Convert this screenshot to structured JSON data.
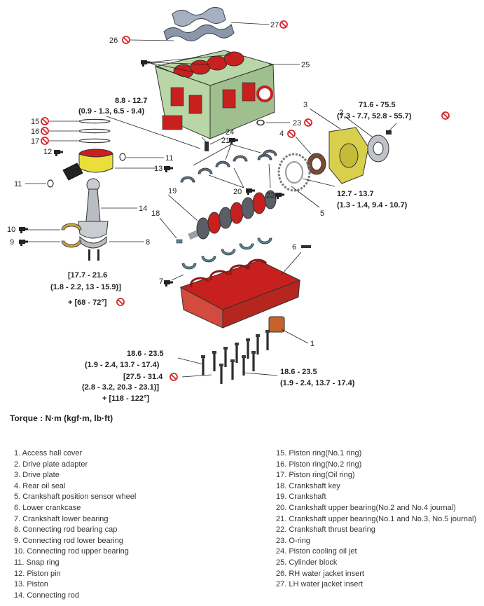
{
  "torque_heading": "Torque : N·m (kgf·m, lb·ft)",
  "callouts": {
    "n1": "1",
    "n2": "2",
    "n3": "3",
    "n4": "4",
    "n5": "5",
    "n6": "6",
    "n7": "7",
    "n8": "8",
    "n9": "9",
    "n10": "10",
    "n11a": "11",
    "n11b": "11",
    "n12": "12",
    "n13": "13",
    "n14": "14",
    "n15": "15",
    "n16": "16",
    "n17": "17",
    "n18": "18",
    "n19": "19",
    "n20": "20",
    "n21": "21",
    "n22": "22",
    "n23": "23",
    "n24": "24",
    "n25": "25",
    "n26": "26",
    "n27": "27"
  },
  "torques": {
    "jet_1": "8.8 - 12.7",
    "jet_2": "(0.9 - 1.3, 6.5 - 9.4)",
    "plate_1": "71.6 - 75.5",
    "plate_2": "(7.3 - 7.7, 52.8 - 55.7)",
    "seal_1": "12.7 - 13.7",
    "seal_2": "(1.3 - 1.4, 9.4 - 10.7)",
    "rod_1": "[17.7 - 21.6",
    "rod_2": "(1.8 - 2.2, 13 - 15.9)]",
    "rod_3": "+ [68 - 72°]",
    "case_l1": "18.6 - 23.5",
    "case_l2": "(1.9 - 2.4, 13.7 - 17.4)",
    "case_m1": "[27.5 - 31.4",
    "case_m2": "(2.8 - 3.2, 20.3 - 23.1)]",
    "case_m3": "+ [118 - 122°]",
    "case_r1": "18.6 - 23.5",
    "case_r2": "(1.9 - 2.4, 13.7 - 17.4)"
  },
  "legend": [
    "1. Access hall cover",
    "2. Drive plate adapter",
    "3. Drive plate",
    "4. Rear oil seal",
    "5. Crankshaft position sensor wheel",
    "6. Lower crankcase",
    "7. Crankshaft lower bearing",
    "8. Connecting rod bearing cap",
    "9. Connecting rod lower bearing",
    "10. Connecting rod upper bearing",
    "11. Snap ring",
    "12. Piston pin",
    "13. Piston",
    "14. Connecting rod",
    "15. Piston ring(No.1 ring)",
    "16. Piston ring(No.2 ring)",
    "17. Piston ring(Oil ring)",
    "18. Crankshaft key",
    "19. Crankshaft",
    "20. Crankshaft upper bearing(No.2 and No.4 journal)",
    "21. Crankshaft upper bearing(No.1 and No.3, No.5 journal)",
    "22. Crankshaft thrust bearing",
    "23. O-ring",
    "24. Piston cooling oil jet",
    "25. Cylinder block",
    "26. RH water jacket insert",
    "27. LH water jacket insert"
  ],
  "colors": {
    "block_red": "#c8201e",
    "casting_green": "#b9d7a6",
    "no_reuse_red": "#d7262b",
    "plate_yellow": "#d8cf4c",
    "piston_yellow": "#e9de3a"
  }
}
